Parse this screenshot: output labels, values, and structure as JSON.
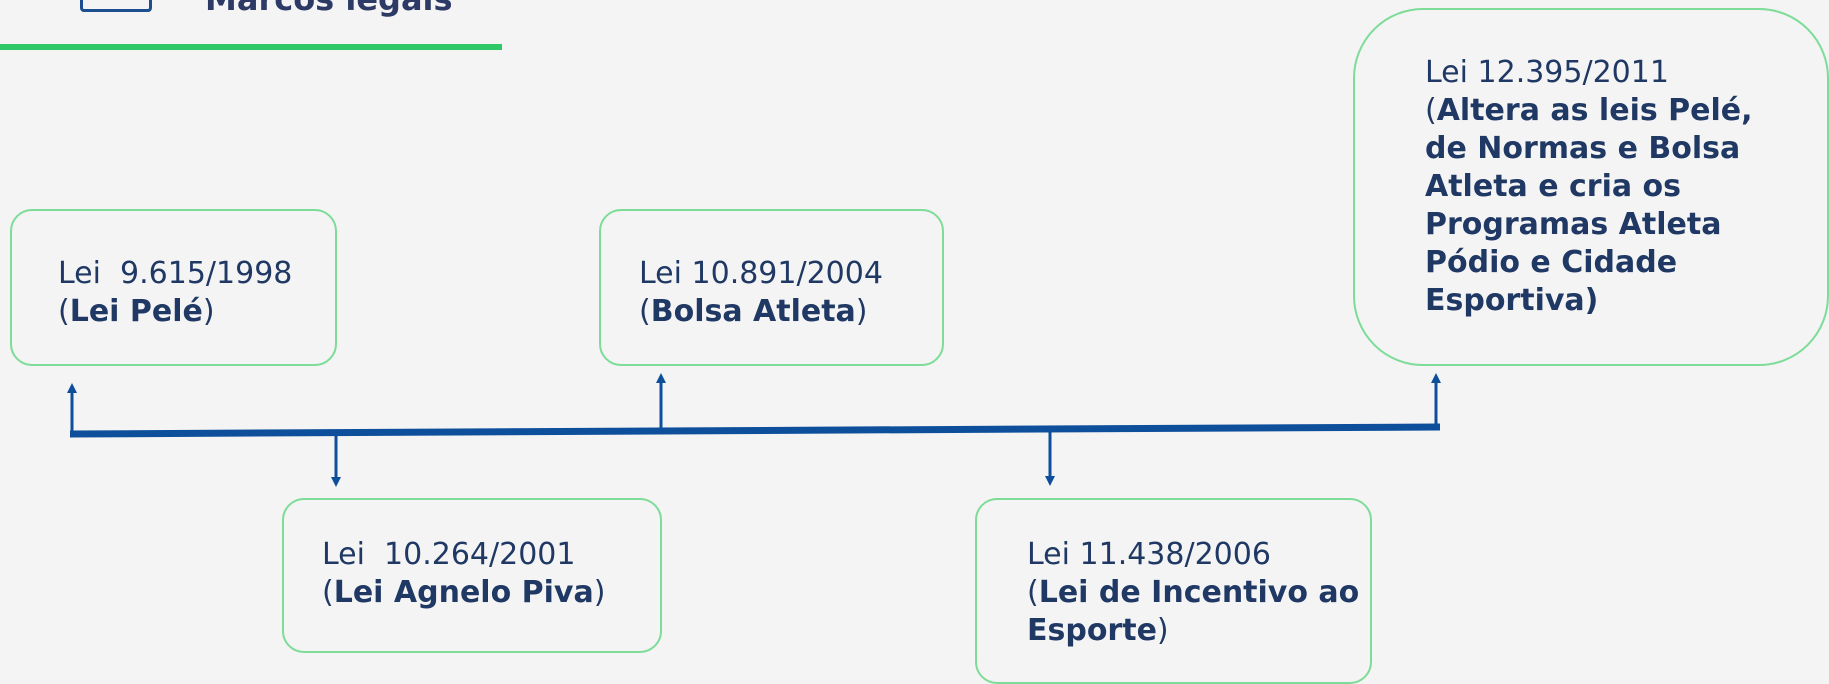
{
  "header": {
    "title": "Marcos legais"
  },
  "timeline": [
    {
      "law": "Lei  9.615/1998",
      "name": "Lei Pelé"
    },
    {
      "law": "Lei  10.264/2001",
      "name": "Lei Agnelo Piva"
    },
    {
      "law": "Lei 10.891/2004",
      "name": "Bolsa Atleta"
    },
    {
      "law": "Lei 11.438/2006",
      "name": "Lei de Incentivo ao Esporte"
    },
    {
      "law": "Lei 12.395/2011",
      "name": "Altera as leis Pelé, de Normas e Bolsa Atleta e cria os Programas Atleta Pódio e Cidade Esportiva"
    }
  ],
  "colors": {
    "line": "#0d4f9b",
    "card_border": "#7ddc97",
    "title_rule": "#2ec866",
    "text": "#1f3864"
  }
}
